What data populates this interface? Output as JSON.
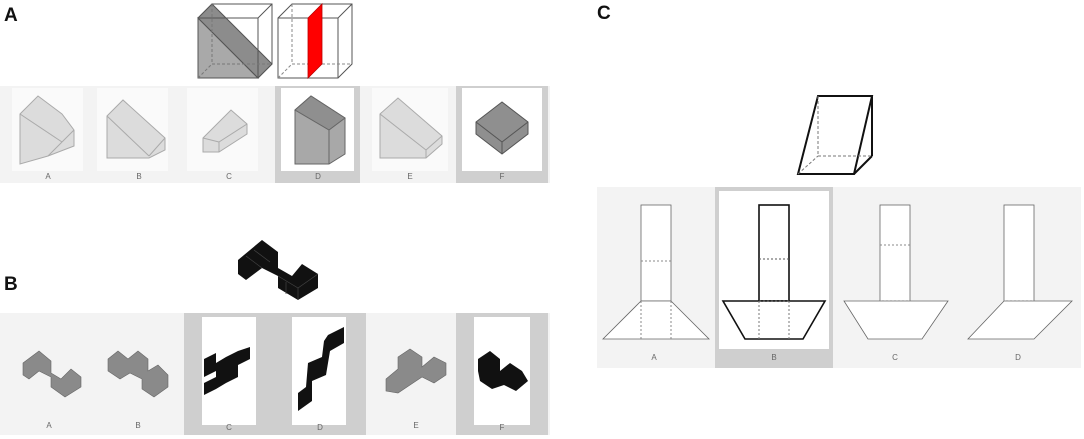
{
  "panels": {
    "A": {
      "label": "A",
      "options": [
        "A",
        "B",
        "C",
        "D",
        "E",
        "F"
      ],
      "correct": [
        "D",
        "F"
      ]
    },
    "B": {
      "label": "B",
      "options": [
        "A",
        "B",
        "C",
        "D",
        "E",
        "F"
      ],
      "correct": [
        "C",
        "D",
        "F"
      ]
    },
    "C": {
      "label": "C",
      "options": [
        "A",
        "B",
        "C",
        "D"
      ],
      "correct": [
        "B"
      ]
    }
  },
  "colors": {
    "cut_plane": "#ff0000",
    "highlight": "#cfcfcf",
    "strip_bg": "#f3f3f3",
    "shape_grey": "#8a8a8a",
    "shape_black": "#111111"
  }
}
